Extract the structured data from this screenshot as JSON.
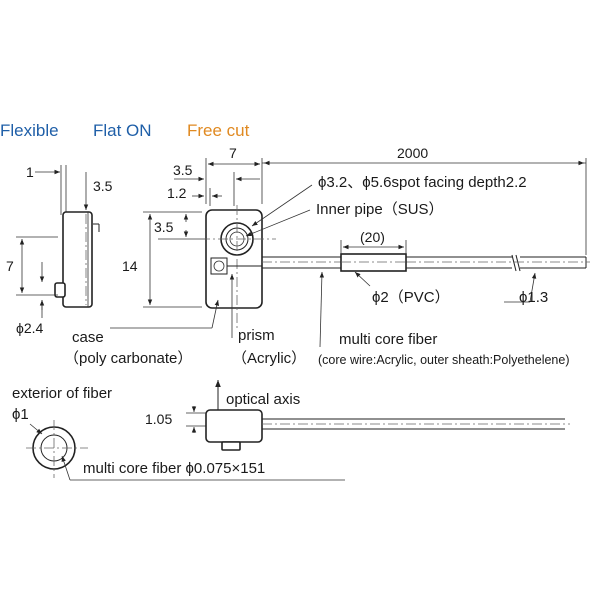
{
  "header": {
    "flexible": "Flexible",
    "flat_on": "Flat ON",
    "free_cut": "Free cut",
    "colors": {
      "flexible": "#1f5fa8",
      "flat_on": "#1f5fa8",
      "free_cut": "#e08a22"
    }
  },
  "side_view": {
    "dim_1": "1",
    "dim_3_5": "3.5",
    "dim_7": "7",
    "dim_phi_2_4": "ϕ2.4"
  },
  "front_view": {
    "dim_7": "7",
    "dim_3_5_top": "3.5",
    "dim_1_2": "1.2",
    "dim_3_5_left": "3.5",
    "dim_14": "14",
    "dim_2000": "2000",
    "dim_20": "(20)",
    "spot_facing": "ϕ3.2、ϕ5.6spot facing depth2.2",
    "inner_pipe": "Inner pipe（SUS）",
    "pvc": "ϕ2（PVC）",
    "phi_1_3": "ϕ1.3"
  },
  "labels": {
    "case": "case",
    "case_material": "（poly carbonate）",
    "prism": "prism",
    "prism_material": "（Acrylic）",
    "multi_core_fiber": "multi core fiber",
    "core_wire": "(core wire:Acrylic, outer sheath:Polyethelene)"
  },
  "bottom": {
    "exterior": "exterior of fiber",
    "phi_1": "ϕ1",
    "optical_axis": "optical axis",
    "dim_1_05": "1.05",
    "multi_core_fiber_spec": "multi core fiber ϕ0.075×151"
  }
}
